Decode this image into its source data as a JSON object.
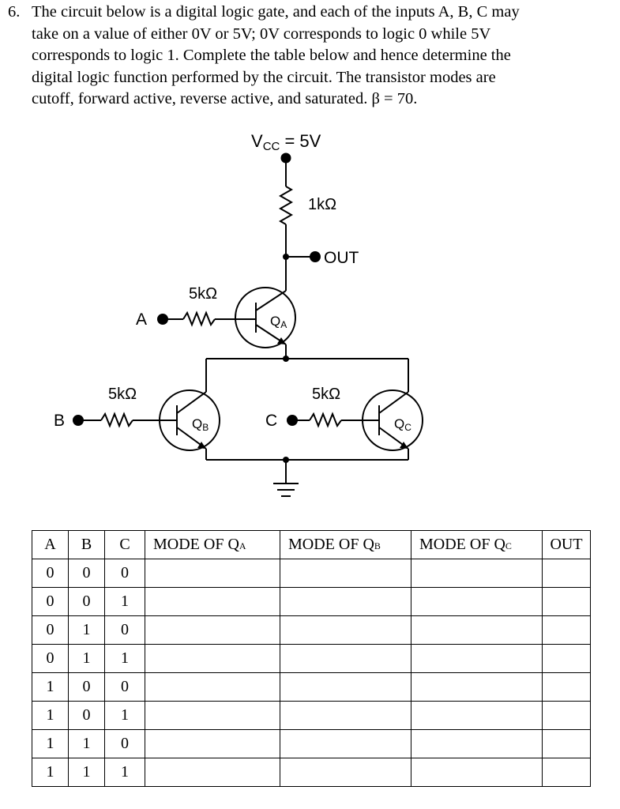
{
  "question": {
    "number": "6.",
    "lines": [
      "The circuit below is a digital logic gate, and each of the inputs A, B, C may",
      "take on a value of either 0V or 5V; 0V corresponds to logic 0 while 5V",
      "corresponds to logic 1. Complete the table below and hence determine the",
      "digital logic function performed by the circuit.  The transistor modes are",
      "cutoff, forward active, reverse active, and saturated.  β = 70."
    ]
  },
  "circuit": {
    "vcc_label": "V",
    "vcc_sub": "CC",
    "vcc_value": " = 5V",
    "r_collector": "1kΩ",
    "out_label": "OUT",
    "r_a": "5kΩ",
    "input_a": "A",
    "qa_main": "Q",
    "qa_sub": "A",
    "r_b": "5kΩ",
    "input_b": "B",
    "qb_main": "Q",
    "qb_sub": "B",
    "r_c": "5kΩ",
    "input_c": "C",
    "qc_main": "Q",
    "qc_sub": "C"
  },
  "table": {
    "headers": {
      "a": "A",
      "b": "B",
      "c": "C",
      "qa": "MODE OF Q",
      "qa_sub": "A",
      "qb": "MODE OF Q",
      "qb_sub": "B",
      "qc": "MODE OF Q",
      "qc_sub": "C",
      "out": "OUT"
    },
    "rows": [
      [
        "0",
        "0",
        "0"
      ],
      [
        "0",
        "0",
        "1"
      ],
      [
        "0",
        "1",
        "0"
      ],
      [
        "0",
        "1",
        "1"
      ],
      [
        "1",
        "0",
        "0"
      ],
      [
        "1",
        "0",
        "1"
      ],
      [
        "1",
        "1",
        "0"
      ],
      [
        "1",
        "1",
        "1"
      ]
    ]
  }
}
